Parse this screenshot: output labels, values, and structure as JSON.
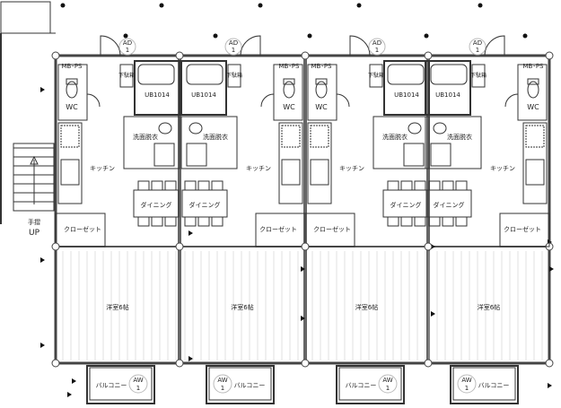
{
  "plan": {
    "stairs": {
      "up_label": "UP",
      "handrail_label": "手摺"
    },
    "units": [
      {
        "mirror": false,
        "wc": "WC",
        "mbps": "MB･PS",
        "ub": "UB1014",
        "shoe": "下駄箱",
        "wash": "洗面脱衣",
        "kitchen": "キッチン",
        "dining": "ダイニング",
        "closet": "クローゼット",
        "bedroom": "洋室6帖",
        "balcony": "バルコニー",
        "door_tag": "AD",
        "door_num": "1",
        "win_tag": "AW",
        "win_num": "1"
      },
      {
        "mirror": true,
        "wc": "WC",
        "mbps": "MB･PS",
        "ub": "UB1014",
        "shoe": "下駄箱",
        "wash": "洗面脱衣",
        "kitchen": "キッチン",
        "dining": "ダイニング",
        "closet": "クローゼット",
        "bedroom": "洋室6帖",
        "balcony": "バルコニー",
        "door_tag": "AD",
        "door_num": "1",
        "win_tag": "AW",
        "win_num": "1"
      },
      {
        "mirror": false,
        "wc": "WC",
        "mbps": "MB･PS",
        "ub": "UB1014",
        "shoe": "下駄箱",
        "wash": "洗面脱衣",
        "kitchen": "キッチン",
        "dining": "ダイニング",
        "closet": "クローゼット",
        "bedroom": "洋室6帖",
        "balcony": "バルコニー",
        "door_tag": "AD",
        "door_num": "1",
        "win_tag": "AW",
        "win_num": "1"
      },
      {
        "mirror": true,
        "wc": "WC",
        "mbps": "MB･PS",
        "ub": "UB1014",
        "shoe": "下駄箱",
        "wash": "洗面脱衣",
        "kitchen": "キッチン",
        "dining": "ダイニング",
        "closet": "クローゼット",
        "bedroom": "洋室6帖",
        "balcony": "バルコニー",
        "door_tag": "AD",
        "door_num": "1",
        "win_tag": "AW",
        "win_num": "1"
      }
    ]
  }
}
